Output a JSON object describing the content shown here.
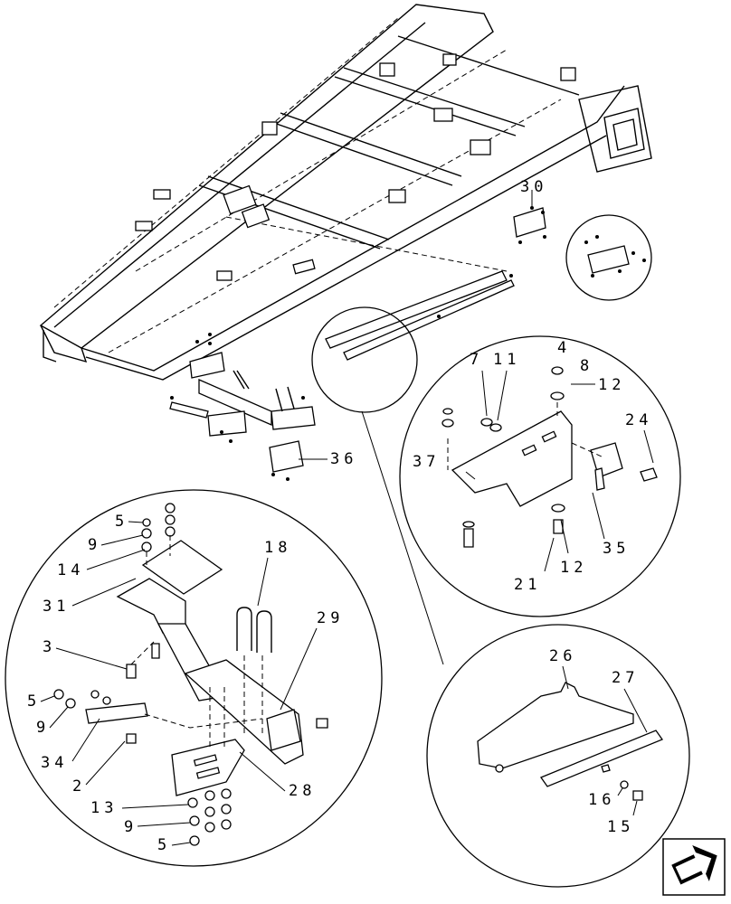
{
  "callouts": {
    "top_right": [
      "30"
    ],
    "right_detail": [
      "4",
      "7",
      "11",
      "8",
      "12",
      "24",
      "37",
      "35",
      "21",
      "12"
    ],
    "center": [
      "36"
    ],
    "left_detail": [
      "5",
      "9",
      "14",
      "31",
      "18",
      "29",
      "3",
      "5",
      "9",
      "34",
      "2",
      "28",
      "13",
      "9",
      "5"
    ],
    "lower_right_detail": [
      "26",
      "27",
      "16",
      "15"
    ]
  },
  "nav_icon": "next-page-arrow-icon"
}
